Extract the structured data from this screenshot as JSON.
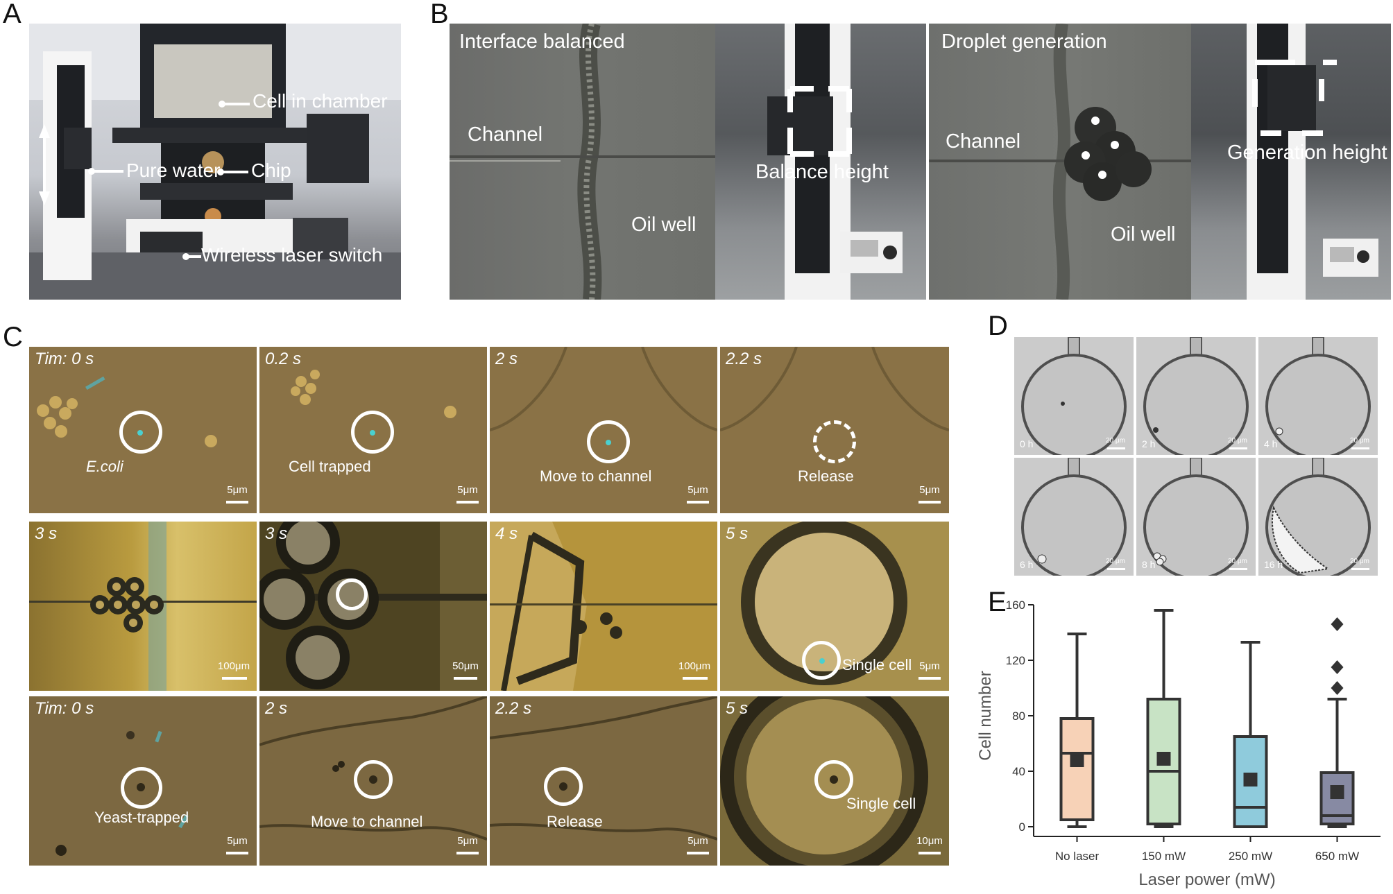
{
  "panels": {
    "a": {
      "label": "A",
      "annotations": [
        "Cell in chamber",
        "Pure water",
        "Chip",
        "Wireless laser switch"
      ]
    },
    "b": {
      "label": "B",
      "left_title": "Interface balanced",
      "left_channel": "Channel",
      "left_oil": "Oil well",
      "left_photo_label": "Balance height",
      "right_title": "Droplet generation",
      "right_channel": "Channel",
      "right_oil": "Oil well",
      "right_photo_label": "Generation height"
    },
    "c": {
      "label": "C",
      "rows": [
        [
          {
            "time": "Tim: 0 s",
            "caption": "E.coli",
            "scale": "5μm"
          },
          {
            "time": "0.2 s",
            "caption": "Cell trapped",
            "scale": "5μm"
          },
          {
            "time": "2 s",
            "caption": "Move to channel",
            "scale": "5μm"
          },
          {
            "time": "2.2 s",
            "caption": "Release",
            "scale": "5μm"
          }
        ],
        [
          {
            "time": "3 s",
            "caption": "",
            "scale": "100μm"
          },
          {
            "time": "3 s",
            "caption": "",
            "scale": "50μm"
          },
          {
            "time": "4 s",
            "caption": "",
            "scale": "100μm"
          },
          {
            "time": "5 s",
            "caption": "Single cell",
            "scale": "5μm"
          }
        ],
        [
          {
            "time": "Tim: 0 s",
            "caption": "Yeast-trapped",
            "scale": "5μm"
          },
          {
            "time": "2 s",
            "caption": "Move to channel",
            "scale": "5μm"
          },
          {
            "time": "2.2 s",
            "caption": "Release",
            "scale": "5μm"
          },
          {
            "time": "5 s",
            "caption": "Single cell",
            "scale": "10μm"
          }
        ]
      ]
    },
    "d": {
      "label": "D",
      "tiles": [
        {
          "time": "0 h",
          "scale": "20 μm"
        },
        {
          "time": "2 h",
          "scale": "20 μm"
        },
        {
          "time": "4 h",
          "scale": "20 μm"
        },
        {
          "time": "6 h",
          "scale": "20 μm"
        },
        {
          "time": "8 h",
          "scale": "20 μm"
        },
        {
          "time": "16 h",
          "scale": "20 μm"
        }
      ]
    },
    "e": {
      "label": "E"
    }
  },
  "chart_data": {
    "type": "box",
    "xlabel": "Laser power (mW)",
    "ylabel": "Cell number",
    "ylim": [
      0,
      160
    ],
    "yticks": [
      0,
      40,
      80,
      120,
      160
    ],
    "categories": [
      "No laser",
      "150 mW",
      "250 mW",
      "650 mW"
    ],
    "boxes": [
      {
        "whisker_low": 0,
        "q1": 5,
        "median": 53,
        "q3": 78,
        "whisker_high": 139,
        "mean": 48,
        "outliers": [],
        "color": "#f7d2b7"
      },
      {
        "whisker_low": 0,
        "q1": 2,
        "median": 40,
        "q3": 92,
        "whisker_high": 156,
        "mean": 49,
        "outliers": [],
        "color": "#c8e3c5"
      },
      {
        "whisker_low": 0,
        "q1": 0,
        "median": 14,
        "q3": 65,
        "whisker_high": 133,
        "mean": 34,
        "outliers": [],
        "color": "#8fcbdc"
      },
      {
        "whisker_low": 0,
        "q1": 2,
        "median": 8,
        "q3": 39,
        "whisker_high": 92,
        "mean": 25,
        "outliers": [
          100,
          115,
          146
        ],
        "color": "#878aa3"
      }
    ]
  },
  "colors": {
    "micro_amber": "#8a7246",
    "droplet_yellow": "#c7a23f",
    "brightfield_gray": "#c9c9c9"
  }
}
